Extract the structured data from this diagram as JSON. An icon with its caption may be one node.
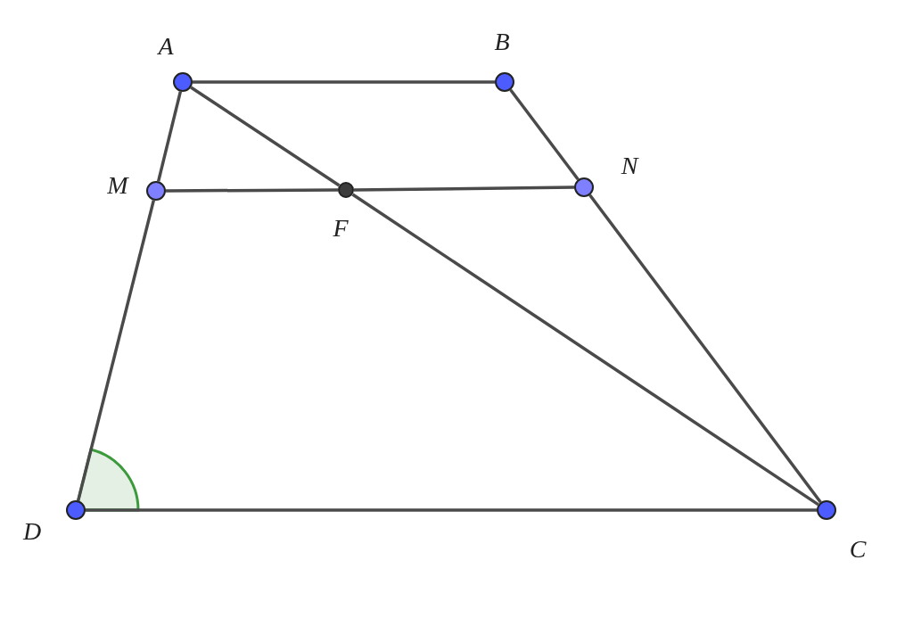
{
  "diagram": {
    "nodes": [
      {
        "text": [
          "A"
        ]
      },
      {
        "text": [
          "B"
        ]
      },
      {
        "text": [
          "M"
        ]
      },
      {
        "text": [
          "F"
        ]
      },
      {
        "text": [
          "N"
        ]
      },
      {
        "text": [
          "D"
        ]
      },
      {
        "text": [
          "C"
        ]
      }
    ],
    "edges": [
      {
        "from": 0,
        "to": 1,
        "arrow": "none"
      },
      {
        "from": 1,
        "to": 4,
        "arrow": "none"
      },
      {
        "from": 4,
        "to": 6,
        "arrow": "none"
      },
      {
        "from": 0,
        "to": 2,
        "arrow": "none"
      },
      {
        "from": 2,
        "to": 5,
        "arrow": "none"
      },
      {
        "from": 5,
        "to": 6,
        "arrow": "none"
      },
      {
        "from": 0,
        "to": 3,
        "arrow": "none"
      },
      {
        "from": 3,
        "to": 6,
        "arrow": "none"
      },
      {
        "from": 2,
        "to": 3,
        "arrow": "none"
      },
      {
        "from": 3,
        "to": 4,
        "arrow": "none"
      }
    ]
  }
}
